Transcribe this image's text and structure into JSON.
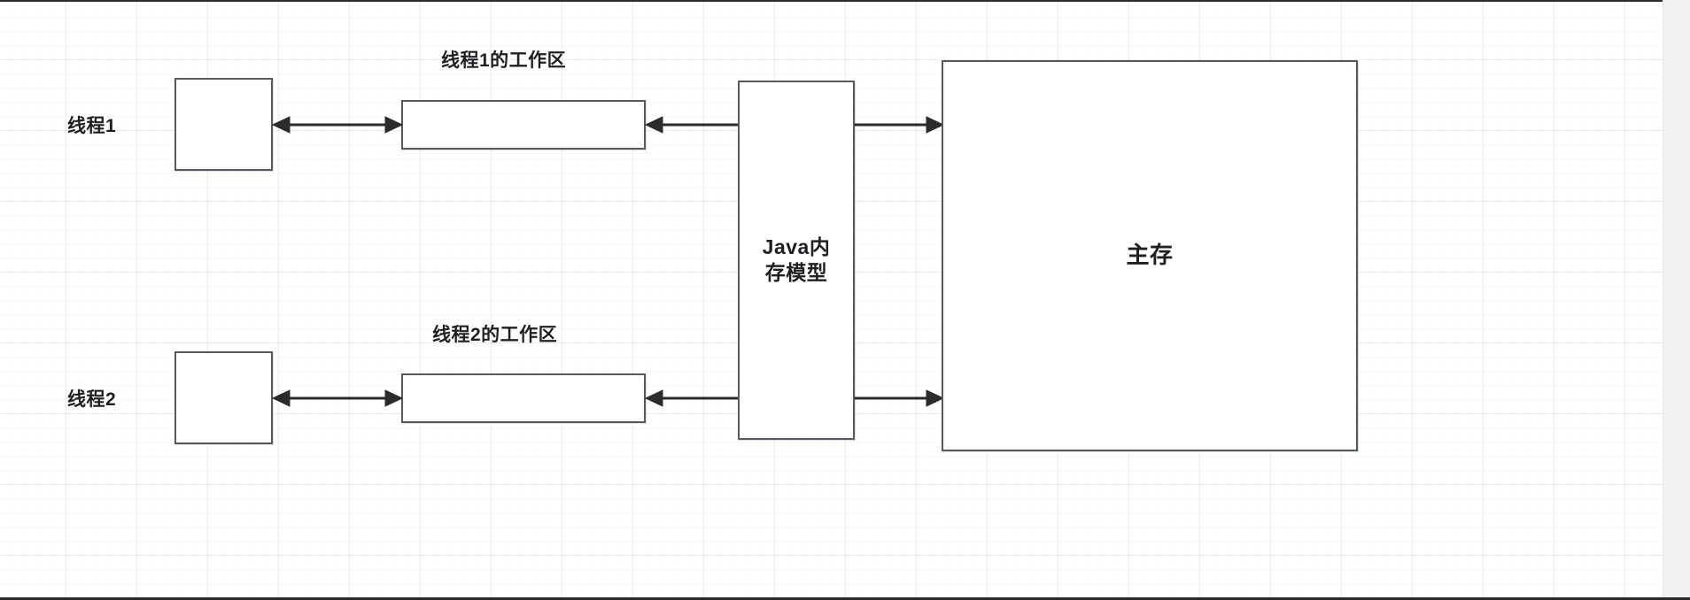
{
  "diagram": {
    "title": "Java Memory Model (JMM) thread working-memory diagram",
    "background": "#ffffff",
    "grid_color": "#ededed",
    "stroke_color": "#2b2b2b",
    "node_border_color": "#555a60",
    "text_color": "#1f2023"
  },
  "labels": {
    "thread1": "线程1",
    "thread2": "线程2",
    "work_area_1": "线程1的工作区",
    "work_area_2": "线程2的工作区"
  },
  "nodes": {
    "thread1_box": "",
    "thread2_box": "",
    "work1_box": "",
    "work2_box": "",
    "jmm": "Java内\n存模型",
    "main_memory": "主存"
  },
  "connections": [
    {
      "from": "thread1_box",
      "to": "work1_box",
      "direction": "bidirectional"
    },
    {
      "from": "jmm",
      "to": "work1_box",
      "direction": "left"
    },
    {
      "from": "jmm",
      "to": "main_memory",
      "direction": "right"
    },
    {
      "from": "thread2_box",
      "to": "work2_box",
      "direction": "bidirectional"
    },
    {
      "from": "jmm",
      "to": "work2_box",
      "direction": "left"
    },
    {
      "from": "jmm",
      "to": "main_memory",
      "direction": "right"
    }
  ]
}
